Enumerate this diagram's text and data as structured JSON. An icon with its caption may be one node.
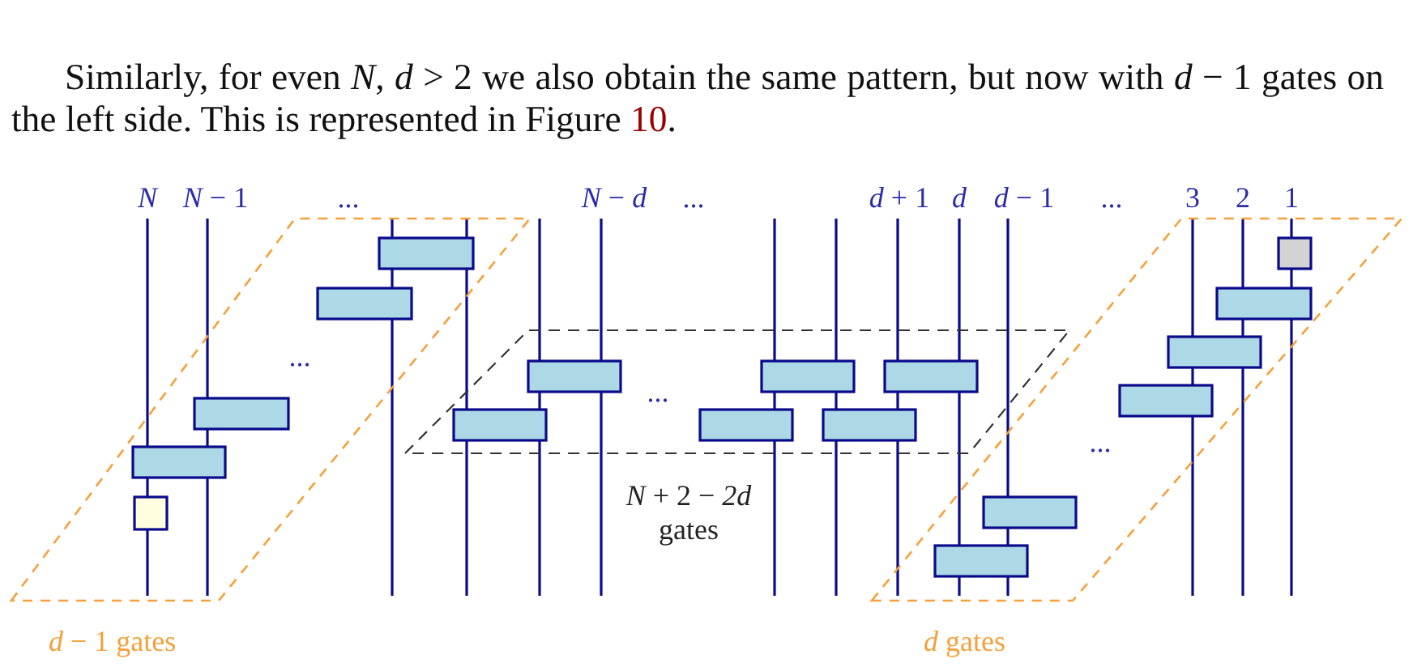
{
  "diagram": {
    "nodes": [
      {
        "text": [
          "*d* − 1 gates"
        ]
      },
      {
        "text": [
          "*N* + 2 − *2d* gates"
        ]
      },
      {
        "text": [
          "*d* gates"
        ]
      }
    ],
    "labels": [
      "Similarly, for even *N*, *d* > 2 we also obtain the same pattern, but now with *d* − 1 gates on the left side. This is represented in Figure",
      "10",
      ".",
      "*N*",
      "*N* − 1",
      "...",
      "*N* − *d*",
      "...",
      "*d* + 1",
      "*d*",
      "*d* − 1",
      "...",
      "3",
      "2",
      "1",
      "...",
      "...",
      "..."
    ]
  }
}
